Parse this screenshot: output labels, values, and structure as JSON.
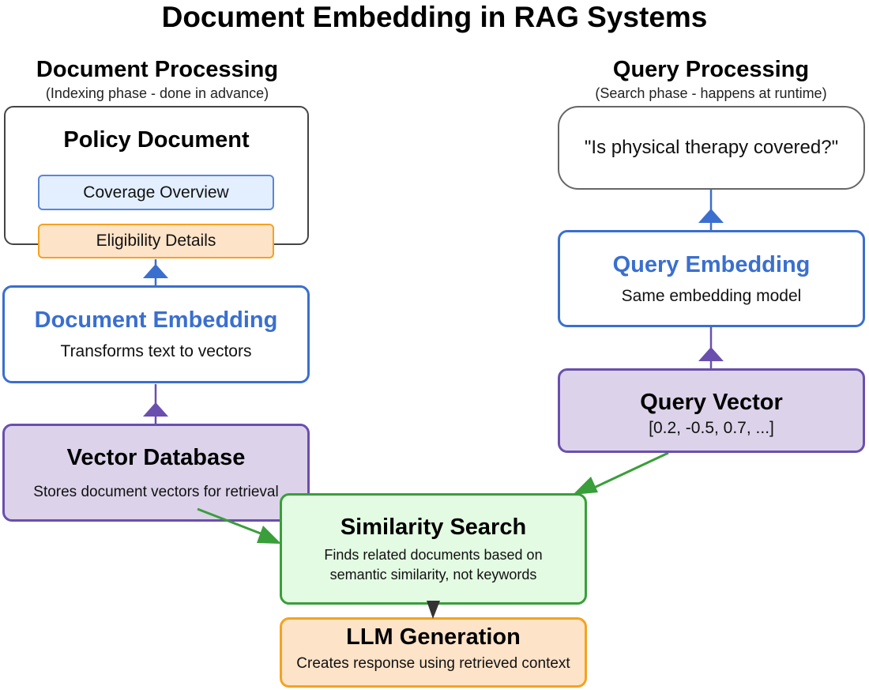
{
  "title": "Document Embedding in RAG Systems",
  "colors": {
    "blue_accent": "#3a6fcf",
    "purple_accent": "#6a4fae",
    "green_accent": "#3a9e3a",
    "orange_accent": "#f5a21f",
    "dark_arrow": "#333333"
  },
  "left_section": {
    "title": "Document Processing",
    "subtitle": "(Indexing phase - done in advance)"
  },
  "right_section": {
    "title": "Query Processing",
    "subtitle": "(Search phase - happens at runtime)"
  },
  "policy_document": {
    "title": "Policy Document",
    "chunks": [
      "Coverage Overview",
      "Eligibility Details"
    ]
  },
  "document_embedding": {
    "title": "Document Embedding",
    "subtitle": "Transforms text to vectors"
  },
  "vector_database": {
    "title": "Vector Database",
    "subtitle": "Stores document vectors for retrieval"
  },
  "query": {
    "text": "\"Is physical therapy covered?\""
  },
  "query_embedding": {
    "title": "Query Embedding",
    "subtitle": "Same embedding model"
  },
  "query_vector": {
    "title": "Query Vector",
    "subtitle": "[0.2, -0.5, 0.7, ...]"
  },
  "similarity_search": {
    "title": "Similarity Search",
    "subtitle_line1": "Finds related documents based on",
    "subtitle_line2": "semantic similarity, not keywords"
  },
  "llm_generation": {
    "title": "LLM Generation",
    "subtitle": "Creates response using retrieved context"
  }
}
